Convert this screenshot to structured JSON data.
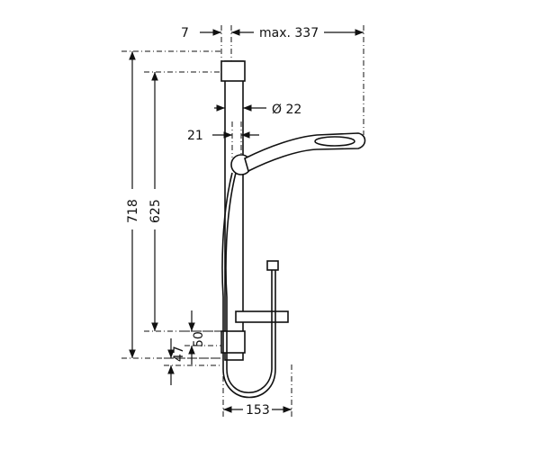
{
  "dimensions": {
    "top_offset": "7",
    "max_reach": "max. 337",
    "rail_diameter": "Ø 22",
    "holder_offset": "21",
    "overall_height": "718",
    "mount_spacing": "625",
    "upper_bracket": "50",
    "lower_bracket": "47",
    "hose_width": "153"
  }
}
